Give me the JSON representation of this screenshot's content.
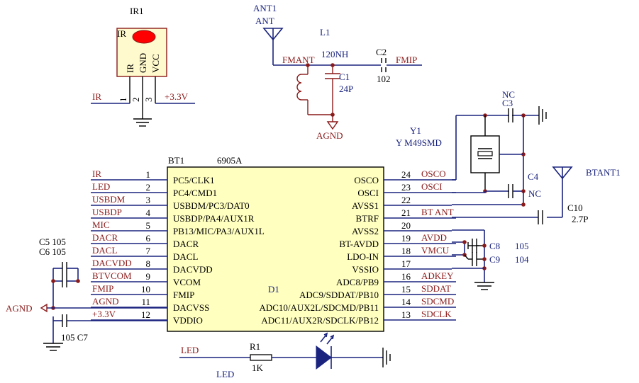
{
  "ir": {
    "ref": "IR1",
    "lens_label": "IR",
    "pin_names": [
      "IR",
      "GND",
      "VCC"
    ],
    "pin_numbers": [
      "1",
      "2",
      "3"
    ],
    "net_left": "IR",
    "net_right": "+3.3V"
  },
  "antenna": {
    "ref": "ANT1",
    "name": "ANT",
    "net_label": "FMANT",
    "inductor_ref": "L1",
    "inductor_value": "120NH",
    "c1_ref": "C1",
    "c1_value": "24P",
    "c2_ref": "C2",
    "c2_value": "102",
    "fmip_label": "FMIP",
    "agnd_label": "AGND"
  },
  "crystal": {
    "ref": "Y1",
    "value": "Y M49SMD",
    "c3_ref": "C3",
    "c3_value": "NC",
    "c4_ref": "C4",
    "c4_value": "NC"
  },
  "btant": {
    "ref": "BTANT1",
    "c10_ref": "C10",
    "c10_value": "2.7P"
  },
  "chip": {
    "ref": "BT1",
    "part": "6905A",
    "inner_label": "D1",
    "left_pins": [
      {
        "num": "1",
        "name": "PC5/CLK1",
        "net": "IR"
      },
      {
        "num": "2",
        "name": "PC4/CMD1",
        "net": "LED"
      },
      {
        "num": "3",
        "name": "USBDM/PC3/DAT0",
        "net": "USBDM"
      },
      {
        "num": "4",
        "name": "USBDP/PA4/AUX1R",
        "net": "USBDP"
      },
      {
        "num": "5",
        "name": "PB13/MIC/PA3/AUX1L",
        "net": "MIC"
      },
      {
        "num": "6",
        "name": "DACR",
        "net": "DACR"
      },
      {
        "num": "7",
        "name": "DACL",
        "net": "DACL"
      },
      {
        "num": "8",
        "name": "DACVDD",
        "net": "DACVDD"
      },
      {
        "num": "9",
        "name": "VCOM",
        "net": "BTVCOM"
      },
      {
        "num": "10",
        "name": "FMIP",
        "net": "FMIP"
      },
      {
        "num": "11",
        "name": "DACVSS",
        "net": "AGND"
      },
      {
        "num": "12",
        "name": "VDDIO",
        "net": "+3.3V"
      }
    ],
    "right_pins": [
      {
        "num": "24",
        "name": "OSCO",
        "net": "OSCO"
      },
      {
        "num": "23",
        "name": "OSCI",
        "net": "OSCI"
      },
      {
        "num": "22",
        "name": "AVSS1",
        "net": ""
      },
      {
        "num": "21",
        "name": "BTRF",
        "net": "BT ANT"
      },
      {
        "num": "20",
        "name": "AVSS2",
        "net": ""
      },
      {
        "num": "19",
        "name": "BT-AVDD",
        "net": "AVDD"
      },
      {
        "num": "18",
        "name": "LDO-IN",
        "net": "VMCU"
      },
      {
        "num": "17",
        "name": "VSSIO",
        "net": ""
      },
      {
        "num": "16",
        "name": "ADC8/PB9",
        "net": "ADKEY"
      },
      {
        "num": "15",
        "name": "ADC9/SDDAT/PB10",
        "net": "SDDAT"
      },
      {
        "num": "14",
        "name": "ADC10/AUX2L/SDCMD/PB11",
        "net": "SDCMD"
      },
      {
        "num": "13",
        "name": "ADC11/AUX2R/SDCLK/PB12",
        "net": "SDCLK"
      }
    ]
  },
  "caps_left": {
    "c5": "C5 105",
    "c6": "C6 105",
    "c7": "105 C7",
    "agnd": "AGND"
  },
  "caps_right": {
    "c8_ref": "C8",
    "c8_value": "105",
    "c9_ref": "C9",
    "c9_value": "104"
  },
  "led": {
    "net": "LED",
    "r_ref": "R1",
    "r_value": "1K",
    "label": "LED"
  }
}
